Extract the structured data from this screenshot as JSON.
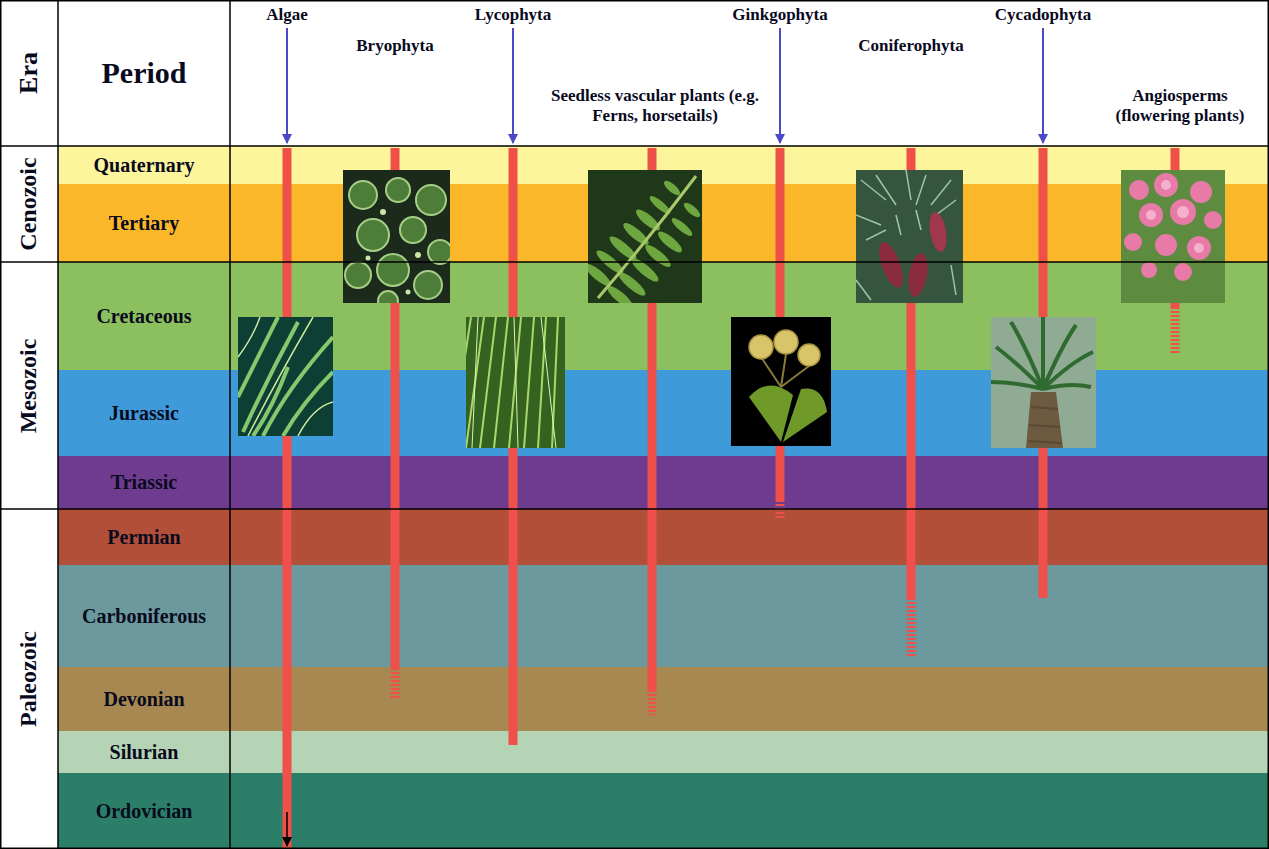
{
  "diagram": {
    "nodes": [
      {
        "text": [
          "Cenozoic"
        ]
      },
      {
        "text": [
          "Quaternary"
        ]
      },
      {
        "text": [
          "Tertiary"
        ]
      },
      {
        "text": [
          "Mesozoic"
        ]
      },
      {
        "text": [
          "Cretaceous"
        ]
      },
      {
        "text": [
          "Jurassic"
        ]
      },
      {
        "text": [
          "Triassic"
        ]
      },
      {
        "text": [
          "Paleozoic"
        ]
      },
      {
        "text": [
          "Permian"
        ]
      },
      {
        "text": [
          "Carboniferous"
        ]
      },
      {
        "text": [
          "Devonian"
        ]
      },
      {
        "text": [
          "Silurian"
        ]
      },
      {
        "text": [
          "Ordovician"
        ]
      }
    ],
    "labels": [
      "Era",
      "Period",
      "Algae",
      "Bryophyta",
      "Lycophyta",
      "Seedless vascular plants (e.g. Ferns, horsetails)",
      "Ginkgophyta",
      "Coniferophyta",
      "Cycadophyta",
      "Angiosperms (flowering plants)"
    ]
  }
}
